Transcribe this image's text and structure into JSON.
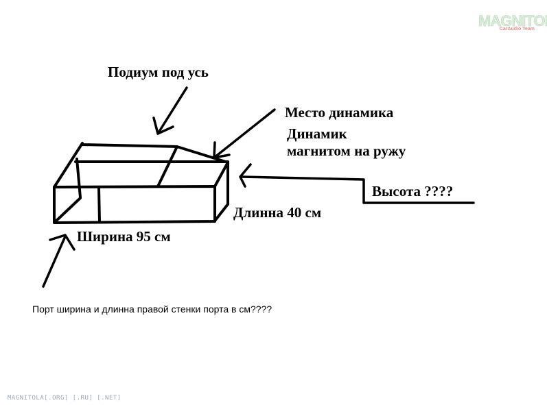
{
  "labels": {
    "podium": "Подиум под усь",
    "speaker_place": "Место динамика",
    "speaker_line1": "Динамик",
    "speaker_line2": "магнитом на ружу",
    "height": "Высота ????",
    "length": "Длинна 40 см",
    "width": "Ширина 95 см",
    "port_note": "Порт ширина и длинна правой стенки порта в см????"
  },
  "watermark": {
    "logo_text": "MAGNITOLA",
    "logo_sub": "CarAudio Team",
    "footer": "MAGNITOLA[.ORG] [.RU] [.NET]"
  },
  "colors": {
    "ink": "#000000",
    "logo_green": "#d8ecd8",
    "logo_red": "#e08a8a",
    "footer_gray": "#9aa8b4"
  }
}
